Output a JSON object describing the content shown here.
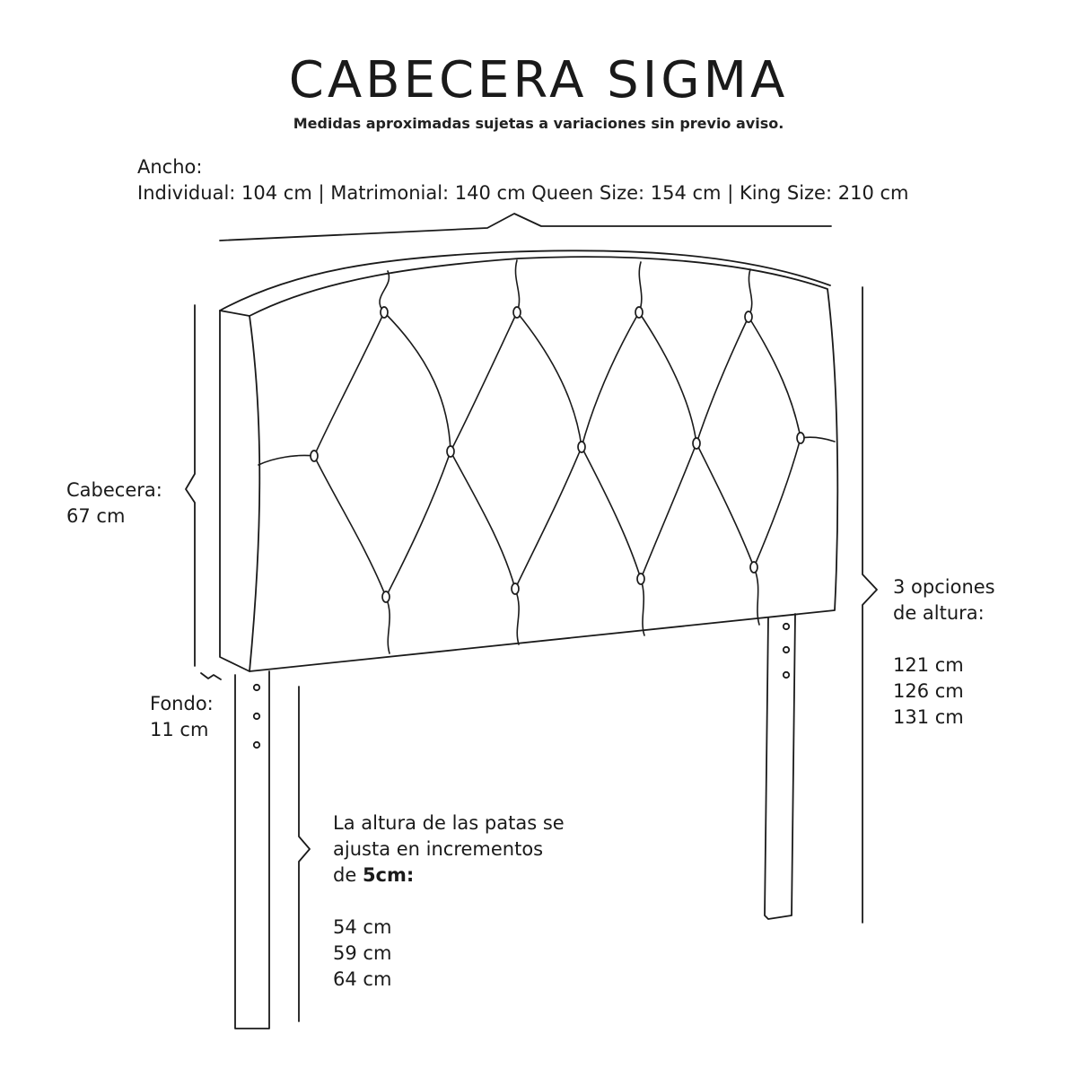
{
  "title": "CABECERA SIGMA",
  "subtitle": "Medidas aproximadas sujetas a variaciones sin previo aviso.",
  "ancho": {
    "label": "Ancho:",
    "sizes": "Individual: 104 cm | Matrimonial: 140 cm  Queen Size: 154 cm | King Size: 210 cm"
  },
  "cabecera": {
    "label": "Cabecera:",
    "value": "67 cm"
  },
  "fondo": {
    "label": "Fondo:",
    "value": "11 cm"
  },
  "altura": {
    "line1": "3 opciones",
    "line2": "de altura:",
    "options": [
      "121 cm",
      "126 cm",
      "131 cm"
    ]
  },
  "patas": {
    "line1": "La altura de las patas se",
    "line2": "ajusta en incrementos",
    "line3_prefix": "de ",
    "line3_bold": "5cm:",
    "options": [
      "54 cm",
      "59 cm",
      "64 cm"
    ]
  },
  "colors": {
    "line": "#1a1a1a",
    "background": "#ffffff"
  }
}
